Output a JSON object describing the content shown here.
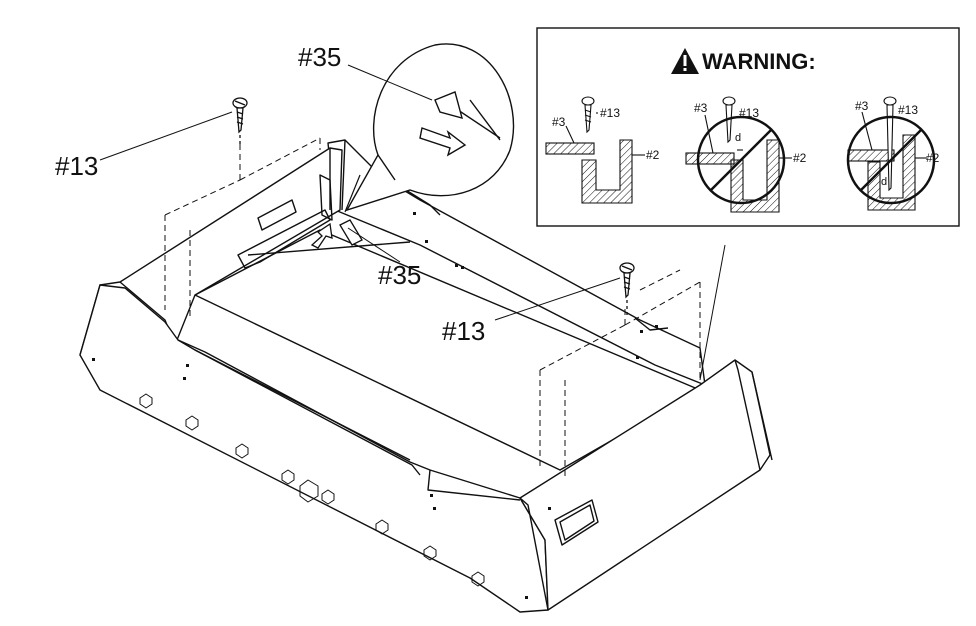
{
  "callouts": {
    "screw_left": "#13",
    "screw_right": "#13",
    "bracket_top": "#35",
    "bracket_mid": "#35"
  },
  "warning": {
    "title": "WARNING:",
    "panels": [
      {
        "part3": "#3",
        "screw": "#13",
        "part2": "#2"
      },
      {
        "part3": "#3",
        "screw": "#13",
        "part2": "#2",
        "gap": "d"
      },
      {
        "part3": "#3",
        "screw": "#13",
        "part2": "#2",
        "gap": "d"
      }
    ]
  },
  "icons": [
    "warning-triangle-icon",
    "screw-icon",
    "arrow-icon",
    "prohibited-icon"
  ]
}
